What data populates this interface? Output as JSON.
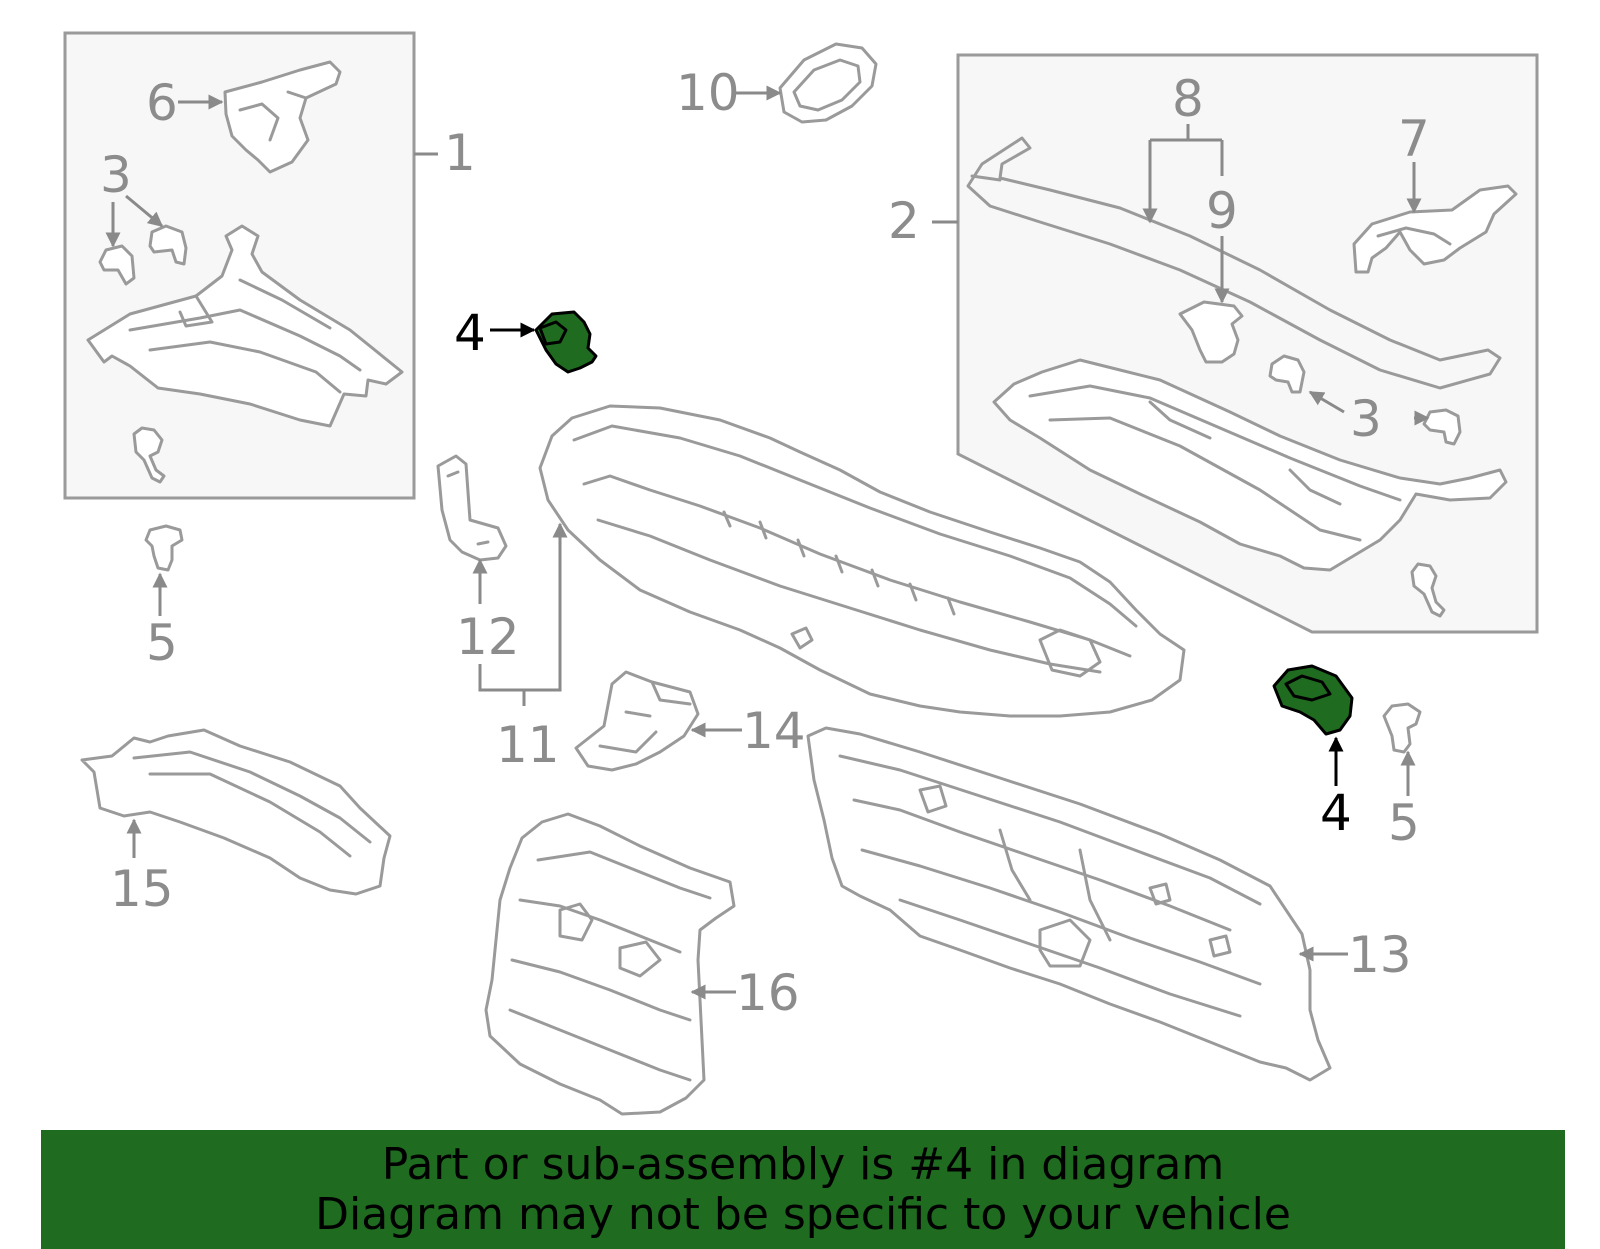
{
  "highlight_color": "#1f6b1f",
  "line_color": "#9a9a9a",
  "labels": {
    "l1": "1",
    "l2": "2",
    "l3a": "3",
    "l3b": "3",
    "l4a": "4",
    "l4b": "4",
    "l5a": "5",
    "l5b": "5",
    "l6": "6",
    "l7": "7",
    "l8": "8",
    "l9": "9",
    "l10": "10",
    "l11": "11",
    "l12": "12",
    "l13": "13",
    "l14": "14",
    "l15": "15",
    "l16": "16"
  },
  "banner": {
    "line1": "Part or sub-assembly is #4 in diagram",
    "line2": "Diagram may not be specific to your vehicle"
  }
}
